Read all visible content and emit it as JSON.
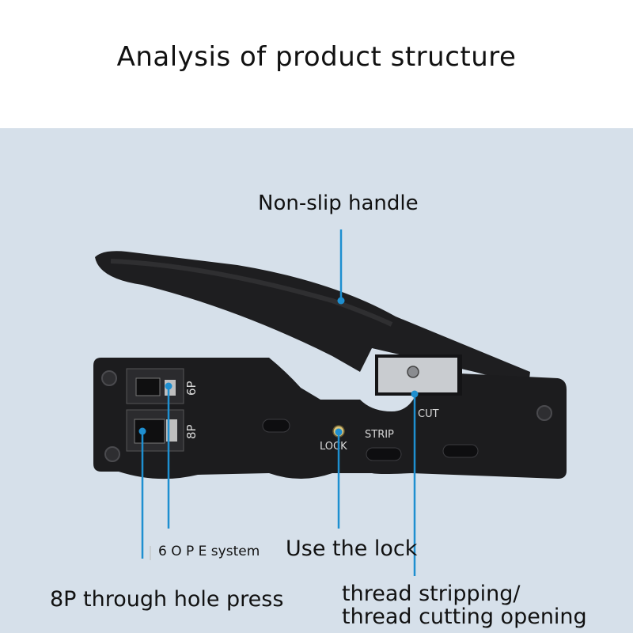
{
  "title": "Analysis of product structure",
  "callouts": {
    "handle": "Non-slip handle",
    "ope_system": "6 O P E system",
    "lock": "Use the lock",
    "press": "8P through hole press",
    "strip_line1": "thread stripping/",
    "strip_line2": "thread cutting opening"
  },
  "tool_markings": {
    "six_p": "6P",
    "eight_p": "8P",
    "lock": "LOCK",
    "strip": "STRIP",
    "cut": "CUT"
  },
  "colors": {
    "background": "#d6e0ea",
    "leader_line": "#1e8fd0",
    "tool_body": "#1c1c1e"
  }
}
